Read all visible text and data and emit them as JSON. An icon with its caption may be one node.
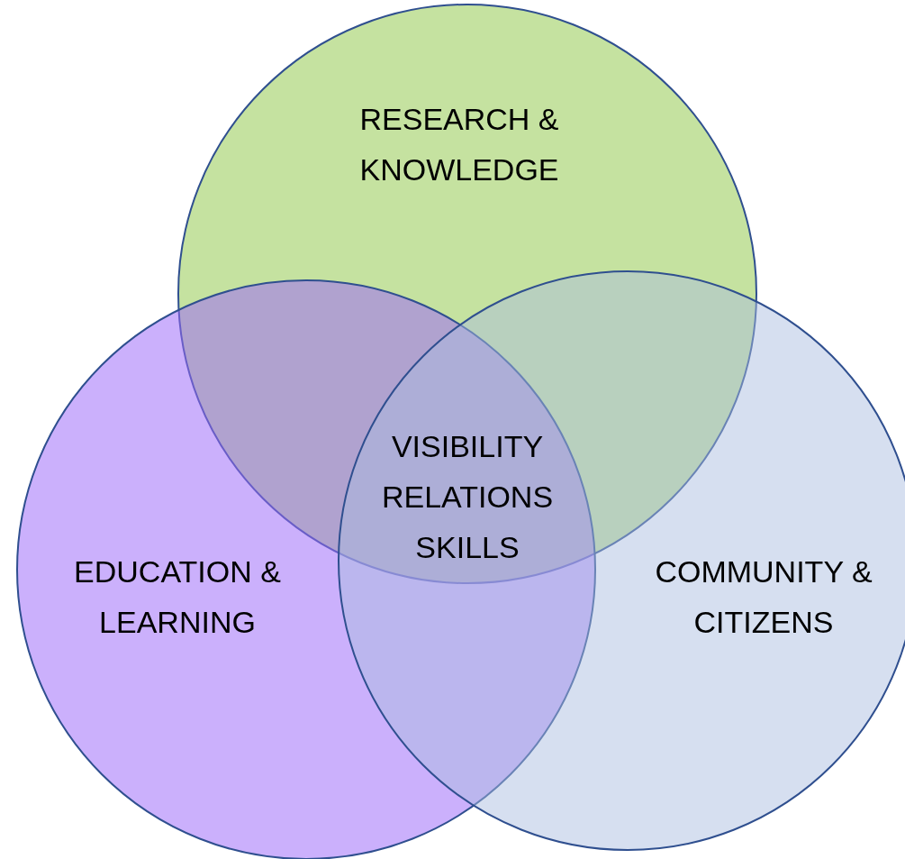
{
  "diagram": {
    "nodes": [
      {
        "text": [
          "RESEARCH & KNOWLEDGE"
        ]
      },
      {
        "text": [
          "EDUCATION & LEARNING"
        ]
      },
      {
        "text": [
          "COMMUNITY & CITIZENS"
        ]
      }
    ],
    "labels": [
      "VISIBILITY",
      "RELATIONS",
      "SKILLS"
    ]
  }
}
